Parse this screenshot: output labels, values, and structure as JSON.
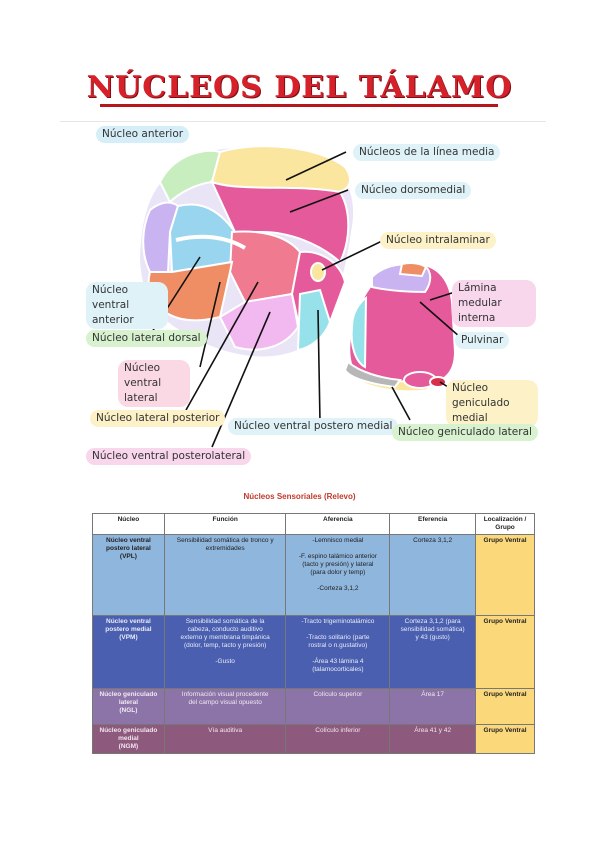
{
  "title": "NÚCLEOS DEL TÁLAMO",
  "diagram": {
    "labels": {
      "anterior": "Núcleo anterior",
      "linea_media": "Núcleos de la línea media",
      "dorsomedial": "Núcleo dorsomedial",
      "intralaminar": "Núcleo intralaminar",
      "ventral_anterior": "Núcleo ventral anterior",
      "lamina_medular": "Lámina medular interna",
      "lateral_dorsal": "Núcleo lateral dorsal",
      "pulvinar": "Pulvinar",
      "ventral_lateral": "Núcleo ventral lateral",
      "geniculado_medial": "Núcleo geniculado medial",
      "lateral_posterior": "Núcleo lateral posterior",
      "ventral_postero_medial": "Núcleo ventral postero medial",
      "geniculado_lateral": "Núcleo geniculado lateral",
      "ventral_posterolateral": "Núcleo ventral posterolateral"
    },
    "colors": {
      "anterior": "#c8eec0",
      "linea_media": "#fbe6a0",
      "dorsomedial": "#e55a9b",
      "ventral_anterior": "#c9b3f0",
      "lateral_dorsal": "#9ad5f0",
      "ventral_lateral": "#f07a90",
      "lateral_posterior": "#ef8e64",
      "ventral_posterolateral": "#f2b8f0",
      "ventral_postero_medial": "#97e1ea",
      "pulvinar": "#e55a9b",
      "lamina": "#ffffff"
    }
  },
  "table": {
    "title": "Núcleos Sensoriales (Relevo)",
    "headers": [
      "Núcleo",
      "Función",
      "Aferencia",
      "Eferencia",
      "Localización / Grupo"
    ],
    "rows": [
      {
        "nucleo": [
          "Núcleo ventral",
          "postero lateral",
          "(VPL)"
        ],
        "funcion": [
          "Sensibilidad somática de tronco y",
          "extremidades"
        ],
        "aferencia": [
          "-Lemnisco medial",
          "",
          "-F. espino talámico anterior",
          "(tacto y presión) y lateral",
          "(para dolor y temp)",
          "",
          "-Corteza 3,1,2"
        ],
        "eferencia": [
          "Corteza 3,1,2"
        ],
        "localizacion": "Grupo Ventral"
      },
      {
        "nucleo": [
          "Núcleo ventral",
          "postero medial",
          "(VPM)"
        ],
        "funcion": [
          "Sensibilidad somática de la",
          "cabeza, conducto auditivo",
          "externo y membrana timpánica",
          "(dolor, temp, tacto y presión)",
          "",
          "-Gusto"
        ],
        "aferencia": [
          "-Tracto trigeminotalámico",
          "",
          "-Tracto solitario (parte",
          "rostral o n.gustativo)",
          "",
          "-Área 43 lámina 4",
          "(talamocorticales)"
        ],
        "eferencia": [
          "Corteza 3,1,2 (para",
          "sensibilidad somática)",
          "y 43 (gusto)"
        ],
        "localizacion": "Grupo Ventral"
      },
      {
        "nucleo": [
          "Núcleo geniculado",
          "lateral",
          "(NGL)"
        ],
        "funcion": [
          "Información visual procedente",
          "del campo visual opuesto"
        ],
        "aferencia": [
          "Colículo superior"
        ],
        "eferencia": [
          "Área 17"
        ],
        "localizacion": "Grupo Ventral"
      },
      {
        "nucleo": [
          "Núcleo geniculado",
          "medial",
          "(NGM)"
        ],
        "funcion": [
          "Vía auditiva"
        ],
        "aferencia": [
          "Colículo inferior"
        ],
        "eferencia": [
          "Área 41 y 42"
        ],
        "localizacion": "Grupo Ventral"
      }
    ]
  }
}
